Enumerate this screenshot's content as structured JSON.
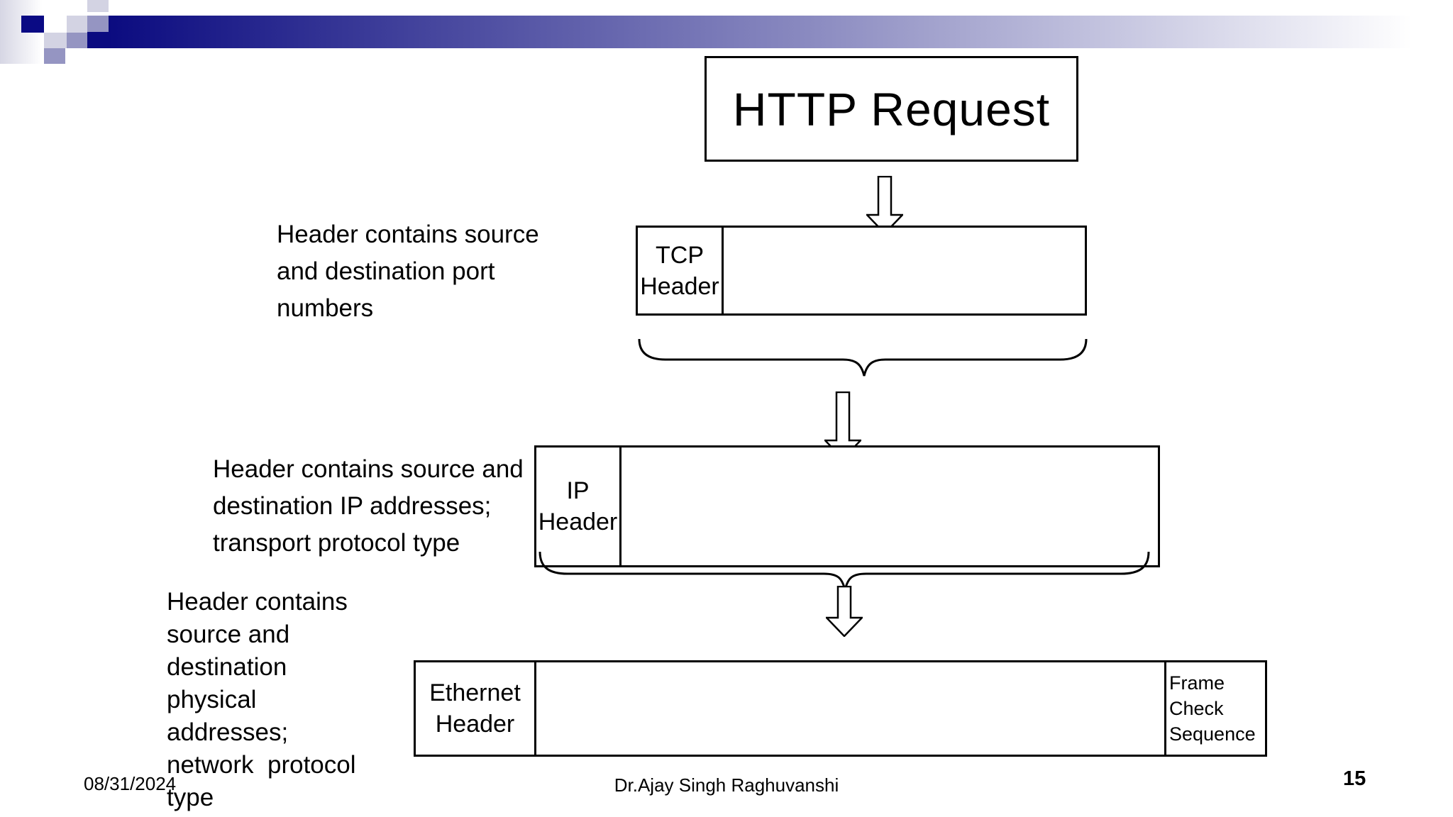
{
  "colors": {
    "bar-start": "#0b0b80",
    "bar-end": "#ffffff",
    "strip-start": "#d6d6e4",
    "square-navy": "#0a0a84",
    "square-light": "#d3d3e3",
    "square-medium": "#9595c2",
    "box-border": "#000000",
    "text": "#000000"
  },
  "title_box": {
    "label": "HTTP Request"
  },
  "annotations": {
    "tcp": {
      "lines": [
        "Header contains source",
        "and destination port",
        "numbers"
      ]
    },
    "ip": {
      "lines": [
        "Header contains source and",
        "destination IP addresses;",
        "transport protocol type"
      ]
    },
    "ethernet": {
      "lines": [
        "Header contains",
        "source and",
        "destination",
        "physical",
        "addresses;",
        "network  protocol",
        "type"
      ]
    }
  },
  "layers": {
    "tcp": {
      "label_lines": [
        "TCP",
        "Header"
      ]
    },
    "ip": {
      "label_lines": [
        "IP",
        "Header"
      ]
    },
    "ethernet": {
      "label_lines": [
        "Ethernet",
        "Header"
      ],
      "fcs_lines": [
        "Frame",
        "Check",
        "Sequence"
      ]
    }
  },
  "footer": {
    "date": "08/31/2024",
    "author": "Dr.Ajay Singh Raghuvanshi",
    "page_number": "15"
  }
}
